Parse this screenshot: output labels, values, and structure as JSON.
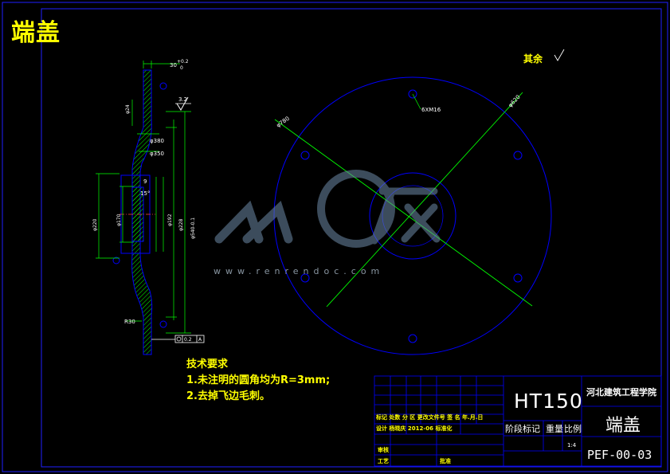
{
  "drawing": {
    "title": "端盖",
    "other_surfaces_label": "其余",
    "technical_requirements": {
      "heading": "技术要求",
      "items": [
        "1.未注明的圆角均为R=3mm;",
        "2.去掉飞边毛刺。"
      ]
    },
    "section_dims": {
      "thickness": "30",
      "thickness_tol_upper": "+0.2",
      "thickness_tol_lower": "0",
      "roughness": "3.2",
      "d_top": "φ24",
      "d380": "φ380",
      "d350": "φ350",
      "d220": "φ220",
      "d170": "φ170",
      "d192": "φ192",
      "d228": "φ228",
      "d540": "φ540-0.1",
      "r30": "R30",
      "angle": "15°",
      "t9": "9",
      "runout_tol": "0.2",
      "datum": "A"
    },
    "plan_dims": {
      "d780": "φ780",
      "d620": "φ620",
      "holes": "6XM16"
    },
    "watermark": "www.renrendoc.com"
  },
  "title_block": {
    "material": "HT150",
    "school": "河北建筑工程学院",
    "part_name": "端盖",
    "drawing_no": "PEF-00-03",
    "stage_label": "阶段标记",
    "weight_label": "重量",
    "scale_label": "比例",
    "scale_value": "1:4",
    "header_row": "标记 处数  分 区  更改文件号  签 名  年.月.日",
    "designer_row": "设计  杨晓庆  2012-06  标准化",
    "review_label": "审核",
    "process_label": "工艺",
    "approve_label": "批准"
  },
  "colors": {
    "frame": "#0000ff",
    "outline": "#0000ff",
    "dimension": "#00ff00",
    "text": "#ffff00",
    "titleblock_text": "#ffffff",
    "hatch": "#00ff00"
  }
}
